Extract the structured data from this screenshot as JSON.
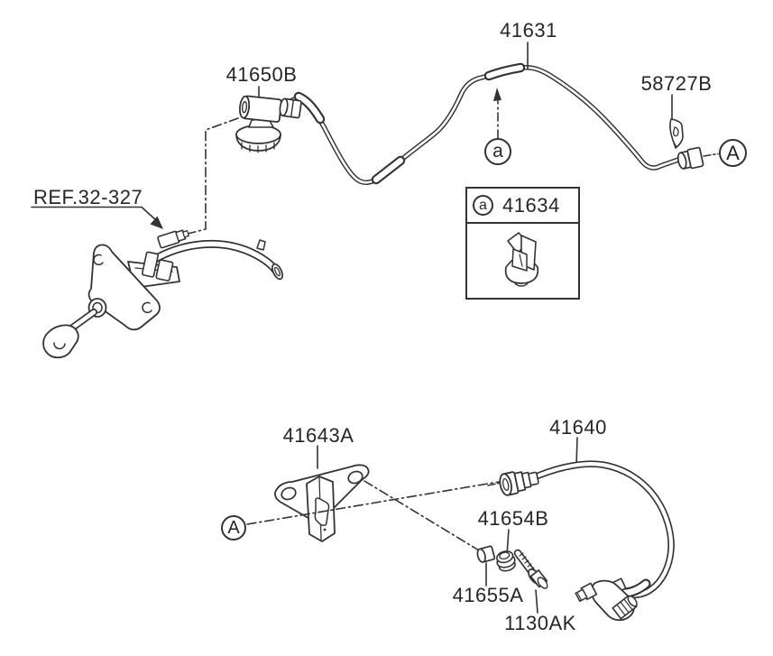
{
  "colors": {
    "background": "#ffffff",
    "line": "#333333",
    "text": "#262626"
  },
  "labels": {
    "reservoir_connector": "41650B",
    "clutch_tube": "41631",
    "tube_clip": "58727B",
    "reference": "REF.32-327",
    "bracket": "41643A",
    "clutch_hose": "41640",
    "grommet": "41654B",
    "bushing": "41655A",
    "bolt": "1130AK"
  },
  "callouts": {
    "clip_marker": "a",
    "view_marker_right": "A",
    "view_marker_bottom": "A"
  },
  "legend": {
    "marker": "a",
    "part_number": "41634"
  }
}
